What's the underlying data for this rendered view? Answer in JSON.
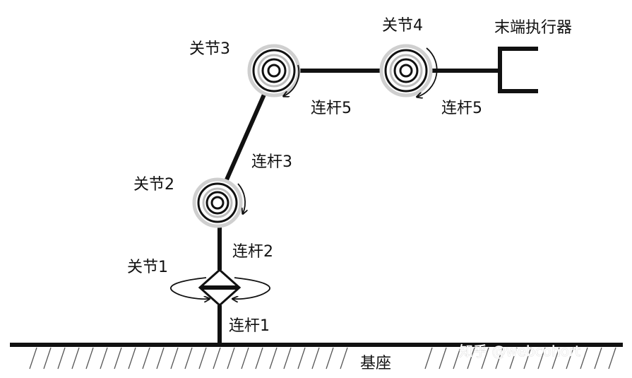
{
  "labels": {
    "joint1": "关节1",
    "joint2": "关节2",
    "joint3": "关节3",
    "joint4": "关节4",
    "end_effector": "末端执行器",
    "link1": "连杆1",
    "link2": "连杆2",
    "link3": "连杆3",
    "link5_a": "连杆5",
    "link5_b": "连杆5",
    "base": "基座"
  },
  "watermark": "知乎 @webcohort",
  "colors": {
    "ink": "#111111",
    "background": "#ffffff",
    "watermark": "#cfcfcf"
  }
}
